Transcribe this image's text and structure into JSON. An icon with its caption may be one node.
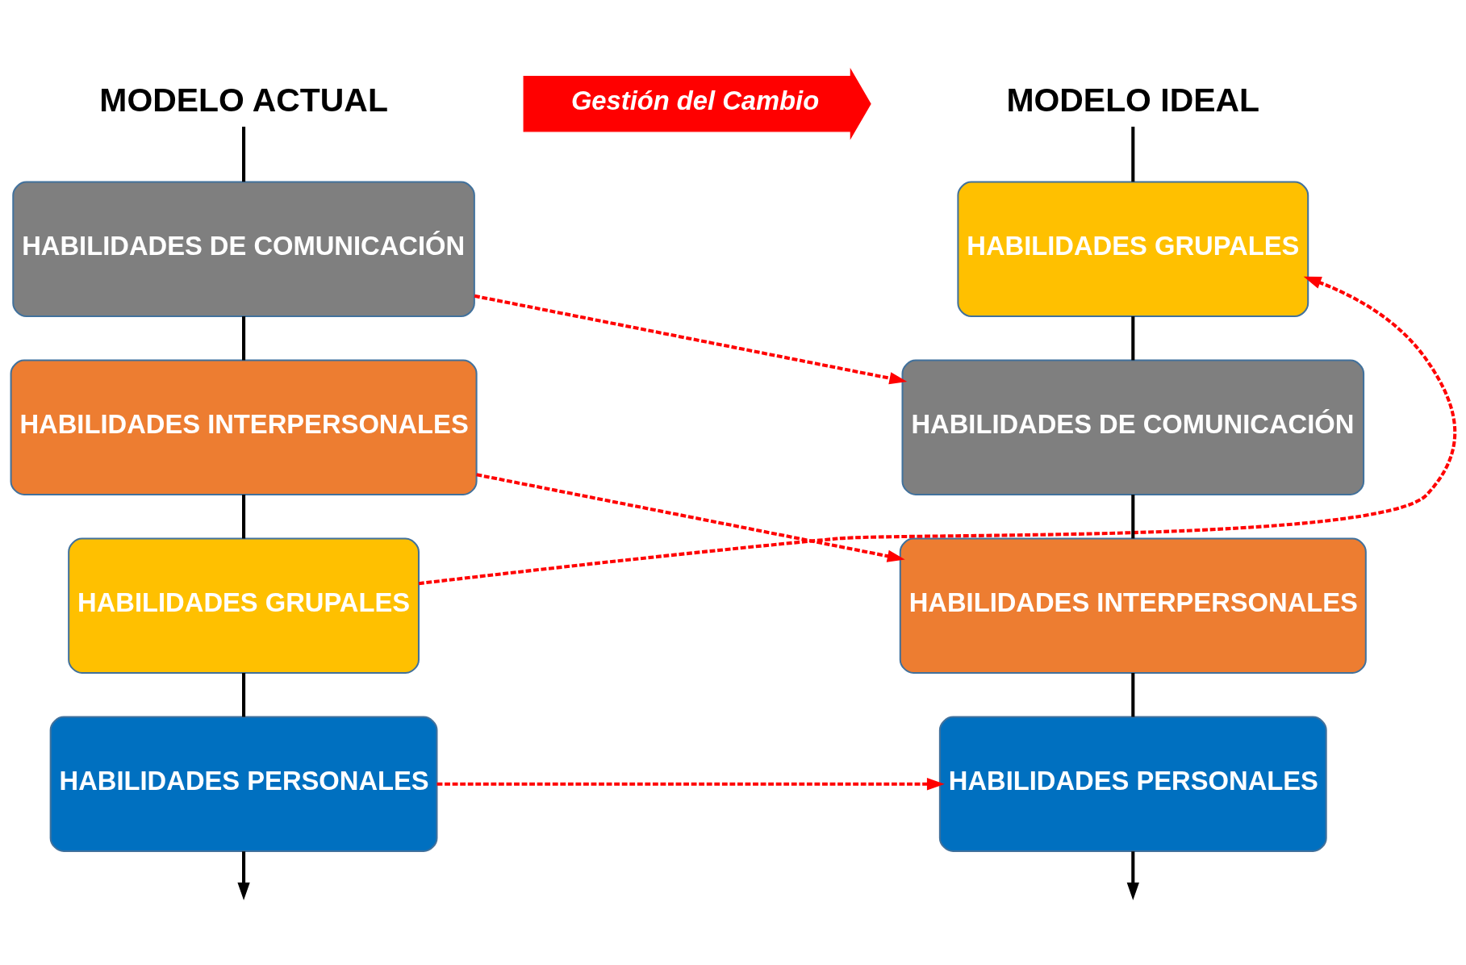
{
  "diagram": {
    "nodes": [
      {
        "text": [
          "MODELO ACTUAL"
        ]
      },
      {
        "text": [
          "HABILIDADES DE COMUNICACIÓN"
        ]
      },
      {
        "text": [
          "HABILIDADES INTERPERSONALES"
        ]
      },
      {
        "text": [
          "HABILIDADES GRUPALES"
        ]
      },
      {
        "text": [
          "HABILIDADES PERSONALES"
        ]
      },
      {
        "text": [
          "Gestión del Cambio"
        ]
      },
      {
        "text": [
          "MODELO IDEAL"
        ]
      },
      {
        "text": [
          "HABILIDADES GRUPALES"
        ]
      },
      {
        "text": [
          "HABILIDADES DE COMUNICACIÓN"
        ]
      },
      {
        "text": [
          "HABILIDADES INTERPERSONALES"
        ]
      },
      {
        "text": [
          "HABILIDADES PERSONALES"
        ]
      }
    ],
    "edges": [
      {
        "from": 0,
        "to": 1,
        "arrow": "none"
      },
      {
        "from": 1,
        "to": 2,
        "arrow": "none"
      },
      {
        "from": 2,
        "to": 3,
        "arrow": "none"
      },
      {
        "from": 3,
        "to": 4,
        "arrow": "none"
      },
      {
        "from": 4,
        "to": null,
        "arrow": "to"
      },
      {
        "from": 6,
        "to": 7,
        "arrow": "none"
      },
      {
        "from": 7,
        "to": 8,
        "arrow": "none"
      },
      {
        "from": 8,
        "to": 9,
        "arrow": "none"
      },
      {
        "from": 9,
        "to": 10,
        "arrow": "none"
      },
      {
        "from": 10,
        "to": null,
        "arrow": "to"
      },
      {
        "from": 1,
        "to": 8,
        "arrow": "to",
        "style": "dashed",
        "color": "#ff0000"
      },
      {
        "from": 2,
        "to": 9,
        "arrow": "to",
        "style": "dashed",
        "color": "#ff0000"
      },
      {
        "from": 3,
        "to": 7,
        "arrow": "to",
        "style": "dashed",
        "color": "#ff0000"
      },
      {
        "from": 4,
        "to": 10,
        "arrow": "to",
        "style": "dashed",
        "color": "#ff0000"
      }
    ]
  }
}
